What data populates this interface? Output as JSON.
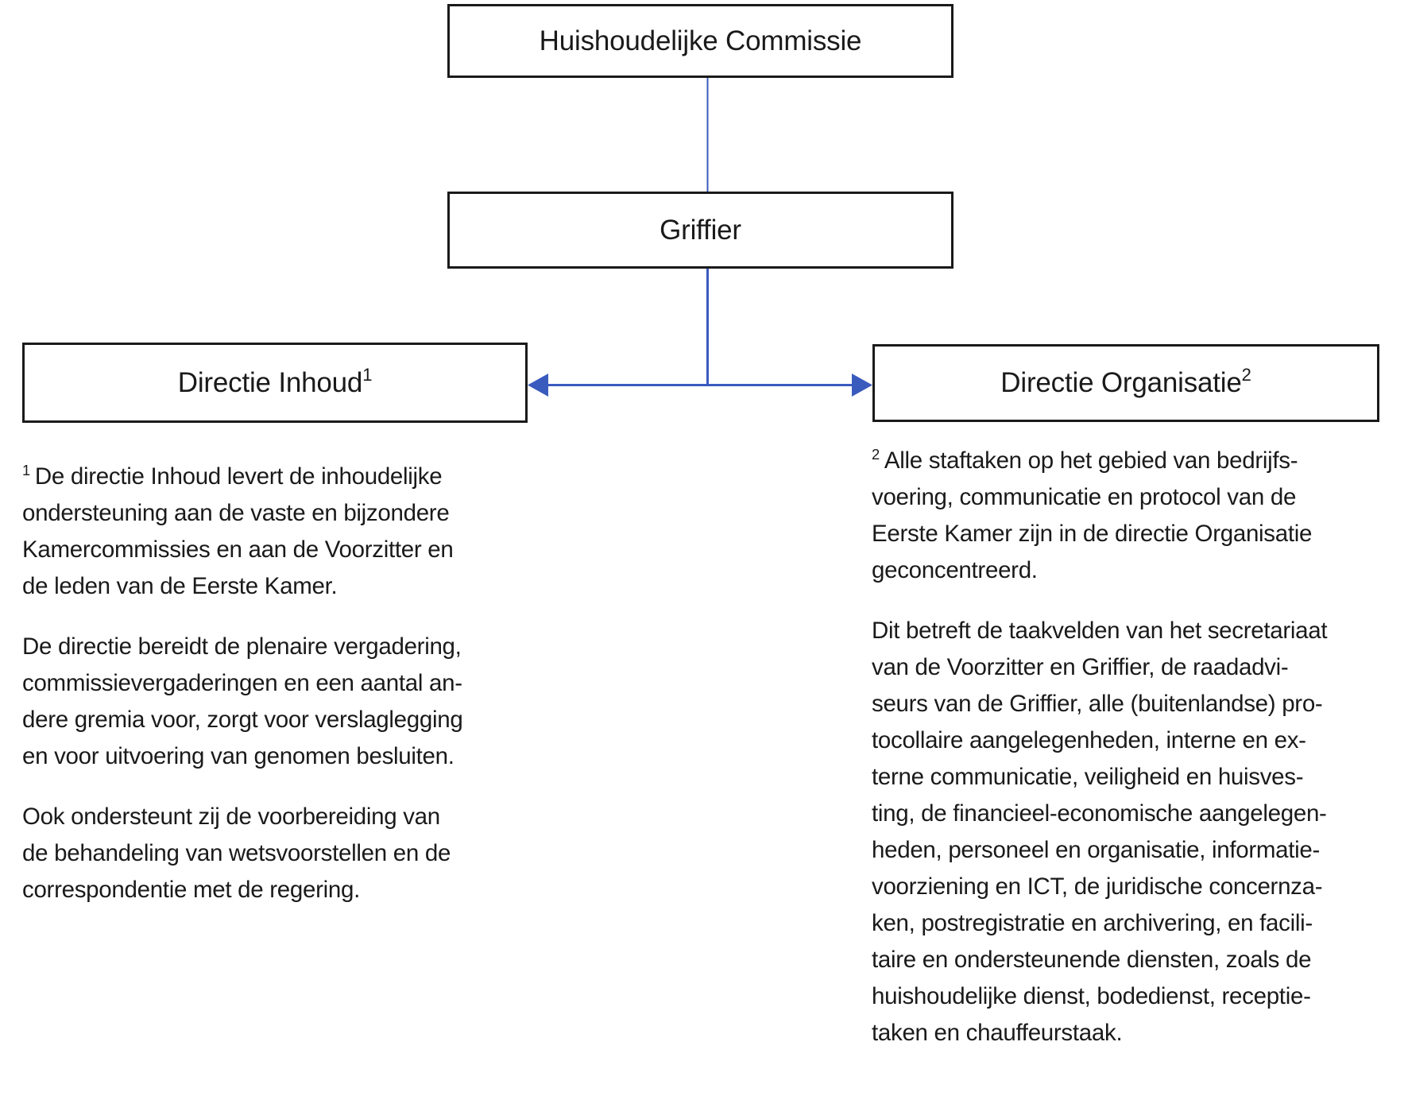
{
  "colors": {
    "connector": "#3a5bbe",
    "border": "#1a1a1a",
    "text": "#1a1a1a",
    "bg": "#ffffff"
  },
  "chart": {
    "type": "org-chart",
    "nodes": [
      {
        "id": "huishoudelijke-commissie",
        "label": "Huishoudelijke Commissie",
        "sup": ""
      },
      {
        "id": "griffier",
        "label": "Griffier",
        "sup": ""
      },
      {
        "id": "directie-inhoud",
        "label": "Directie Inhoud",
        "sup": "1"
      },
      {
        "id": "directie-organisatie",
        "label": "Directie Organisatie",
        "sup": "2"
      }
    ],
    "edges": [
      {
        "from": "huishoudelijke-commissie",
        "to": "griffier",
        "style": "plain-line"
      },
      {
        "from": "griffier",
        "to": "directie-inhoud",
        "style": "arrow"
      },
      {
        "from": "griffier",
        "to": "directie-organisatie",
        "style": "arrow"
      }
    ]
  },
  "footnotes": {
    "left": {
      "paragraphs": [
        {
          "sup": "1",
          "text": "De directie Inhoud levert de inhoudelijke\nondersteuning aan de vaste en bijzondere\nKamercommissies en aan de Voorzitter en\nde leden van de Eerste Kamer."
        },
        {
          "sup": "",
          "text": "De directie bereidt de plenaire vergadering,\ncommissievergaderingen en een aantal an-\ndere gremia voor, zorgt voor verslaglegging\nen voor uitvoering van genomen besluiten."
        },
        {
          "sup": "",
          "text": "Ook ondersteunt zij de voorbereiding van\nde behandeling van wetsvoorstellen en de\ncorrespondentie met de regering."
        }
      ]
    },
    "right": {
      "paragraphs": [
        {
          "sup": "2",
          "text": "Alle staftaken op het gebied van bedrijfs-\nvoering, communicatie en protocol van de\nEerste Kamer zijn in de directie Organisatie\ngeconcentreerd."
        },
        {
          "sup": "",
          "text": "Dit betreft de taakvelden van het secretariaat\nvan de Voorzitter en Griffier, de raadadvi-\nseurs van de Griffier, alle (buitenlandse) pro-\ntocollaire aangelegenheden, interne en ex-\nterne communicatie, veiligheid en huisves-\nting, de financieel-economische aangelegen-\nheden, personeel en organisatie, informatie-\nvoorziening en ICT, de juridische concernza-\nken, postregistratie en archivering, en facili-\ntaire en ondersteunende diensten, zoals de\nhuishoudelijke dienst, bodedienst, receptie-\ntaken en chauffeurstaak."
        }
      ]
    }
  }
}
